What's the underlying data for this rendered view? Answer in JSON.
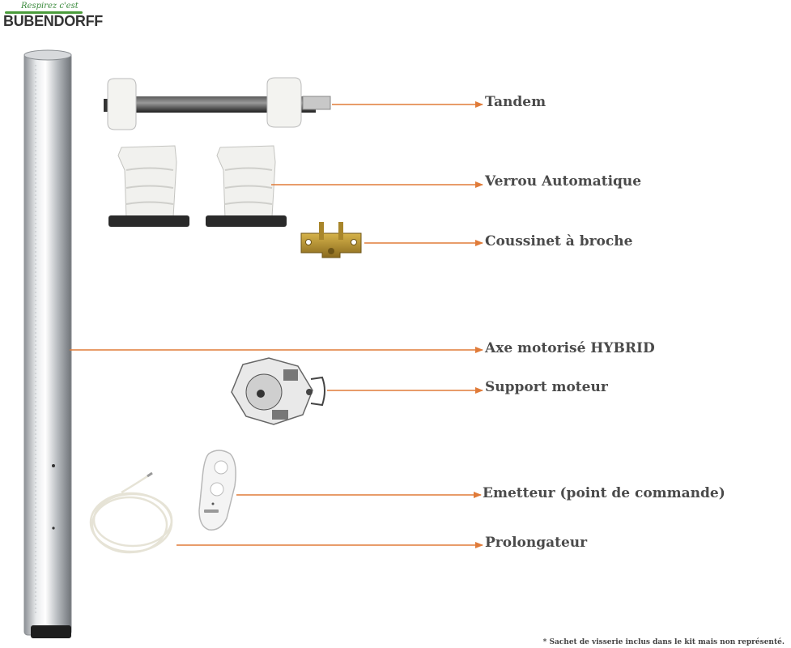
{
  "logo": {
    "tagline": "Respirez c'est",
    "brand": "BUBENDORFF"
  },
  "labels": {
    "tandem": "Tandem",
    "verrou": "Verrou Automatique",
    "coussinet": "Coussinet à broche",
    "axe": "Axe motorisé HYBRID",
    "support": "Support moteur",
    "emetteur": "Emetteur (point de commande)",
    "prolongateur": "Prolongateur"
  },
  "footnote": "* Sachet de visserie inclus dans le kit mais non représenté.",
  "colors": {
    "arrow": "#e07b39",
    "label": "#4a4a4a",
    "brand_green": "#4a9c3a"
  }
}
